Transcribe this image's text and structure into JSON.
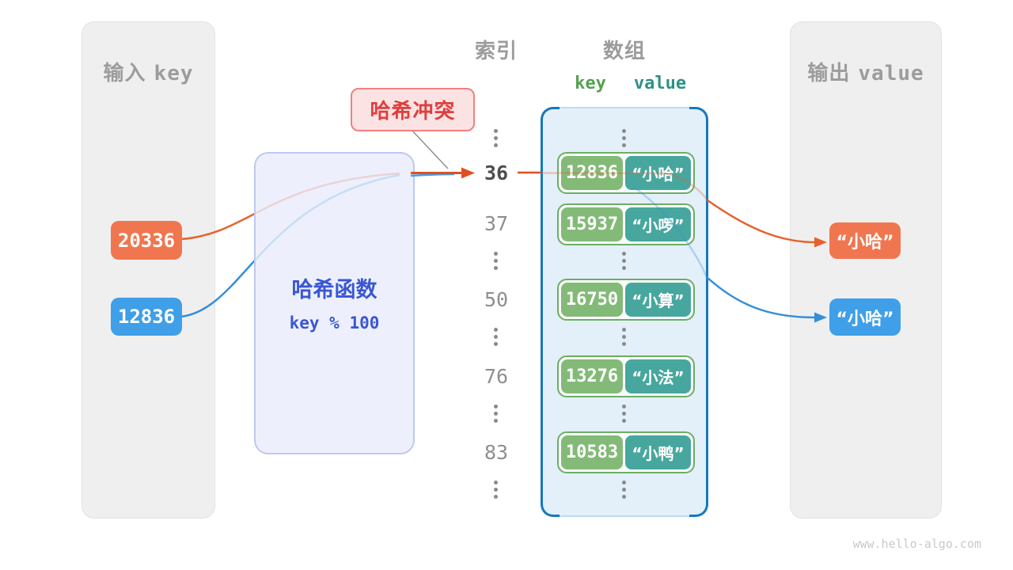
{
  "panels": {
    "input": {
      "title_cn": "输入",
      "title_code": "key"
    },
    "output": {
      "title_cn": "输出",
      "title_code": "value"
    }
  },
  "headers": {
    "index": "索引",
    "array": "数组",
    "array_key": "key",
    "array_value": "value"
  },
  "collision": {
    "label": "哈希冲突"
  },
  "hash_box": {
    "name": "哈希函数",
    "formula": "key % 100"
  },
  "input_keys": [
    {
      "key": "20336",
      "color": "#F0764F"
    },
    {
      "key": "12836",
      "color": "#3F9FE8"
    }
  ],
  "index_column": [
    "36",
    "37",
    "50",
    "76",
    "83"
  ],
  "array_pairs": [
    {
      "key": "12836",
      "value": "“小哈”"
    },
    {
      "key": "15937",
      "value": "“小啰”"
    },
    {
      "key": "16750",
      "value": "“小算”"
    },
    {
      "key": "13276",
      "value": "“小法”"
    },
    {
      "key": "10583",
      "value": "“小鸭”"
    }
  ],
  "outputs": [
    {
      "value": "“小哈”",
      "color": "#F0764F"
    },
    {
      "value": "“小哈”",
      "color": "#3F9FE8"
    }
  ],
  "watermark": "www.hello-algo.com",
  "colors": {
    "orange": "#F0764F",
    "blue": "#3F9FE8",
    "key_green": "#84BA78",
    "value_teal": "#47A79E",
    "pair_border": "#6CAE63",
    "array_border": "#1778BE",
    "array_bg": "#E3F0FA",
    "hash_text": "#3A56D4",
    "hash_bg": "#E9EDFB",
    "hash_border": "#BDC8F2",
    "collision_text": "#E03E3E",
    "collision_bg": "#FBE3E3",
    "collision_border": "#F08080",
    "panel_bg": "#EFEFEF",
    "gray_text": "#9C9C9C"
  }
}
